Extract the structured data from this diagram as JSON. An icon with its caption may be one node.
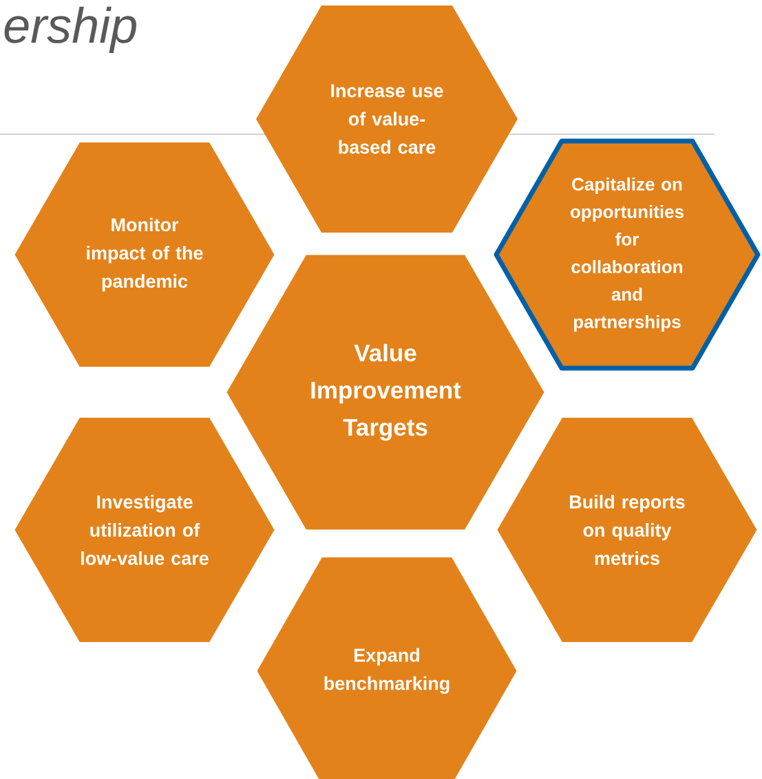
{
  "diagram": {
    "title": "ership",
    "nodes": [
      {
        "text": [
          "Increase use of value-based care"
        ]
      },
      {
        "text": [
          "Monitor impact of the pandemic"
        ]
      },
      {
        "text": [
          "Capitalize on opportunities for collaboration and partnerships"
        ]
      },
      {
        "text": [
          "Value Improvement Targets"
        ]
      },
      {
        "text": [
          "Investigate utilization of low-value care"
        ]
      },
      {
        "text": [
          "Build reports on quality metrics"
        ]
      },
      {
        "text": [
          "Expand benchmarking"
        ]
      }
    ]
  }
}
